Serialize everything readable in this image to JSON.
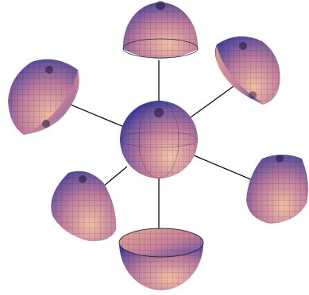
{
  "diagram": {
    "kind": "central sphere connected to six hemisphere halves",
    "pieces": [
      {
        "id": "center",
        "shape": "sphere"
      },
      {
        "id": "top",
        "shape": "hemisphere",
        "opening": "down"
      },
      {
        "id": "upper-right",
        "shape": "hemisphere",
        "opening": "lower-left"
      },
      {
        "id": "right",
        "shape": "hemisphere",
        "opening": "left"
      },
      {
        "id": "bottom",
        "shape": "hemisphere",
        "opening": "up"
      },
      {
        "id": "lower-left",
        "shape": "hemisphere",
        "opening": "upper-right"
      },
      {
        "id": "upper-left",
        "shape": "hemisphere",
        "opening": "right"
      }
    ],
    "connectors": 6
  },
  "colors": {
    "background": "#ffffff",
    "surface_light": "#f6c7a8",
    "surface_mid": "#b9789a",
    "surface_dark": "#3b3c9a",
    "mesh": "#1a1a2e",
    "connector": "#111111"
  }
}
